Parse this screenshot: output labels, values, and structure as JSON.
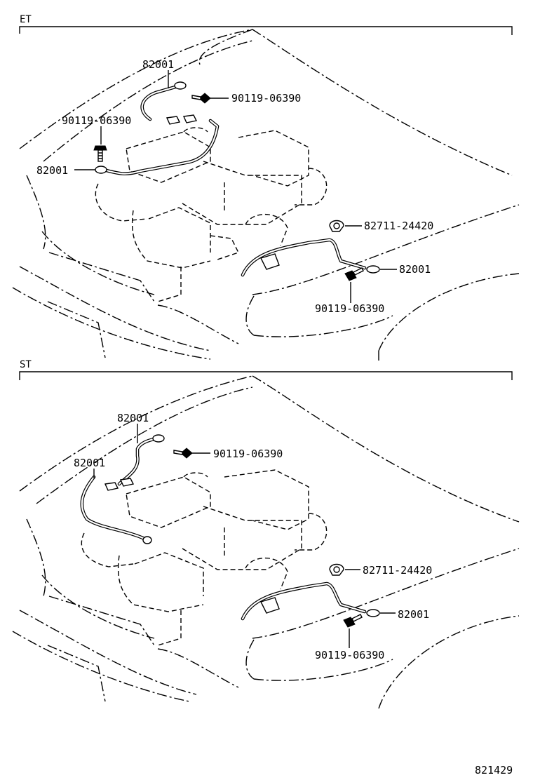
{
  "sections": [
    {
      "title": "ET",
      "callouts": {
        "ground_strap_top": "82001",
        "bolt_top_right": "90119-06390",
        "bolt_left": "90119-06390",
        "ground_strap_left": "82001",
        "clamp": "82711-24420",
        "ground_strap_right": "82001",
        "bolt_bottom": "90119-06390"
      }
    },
    {
      "title": "ST",
      "callouts": {
        "ground_strap_top": "82001",
        "bolt_top_right": "90119-06390",
        "ground_strap_left": "82001",
        "clamp": "82711-24420",
        "ground_strap_right": "82001",
        "bolt_bottom": "90119-06390"
      }
    }
  ],
  "figure_number": "821429"
}
